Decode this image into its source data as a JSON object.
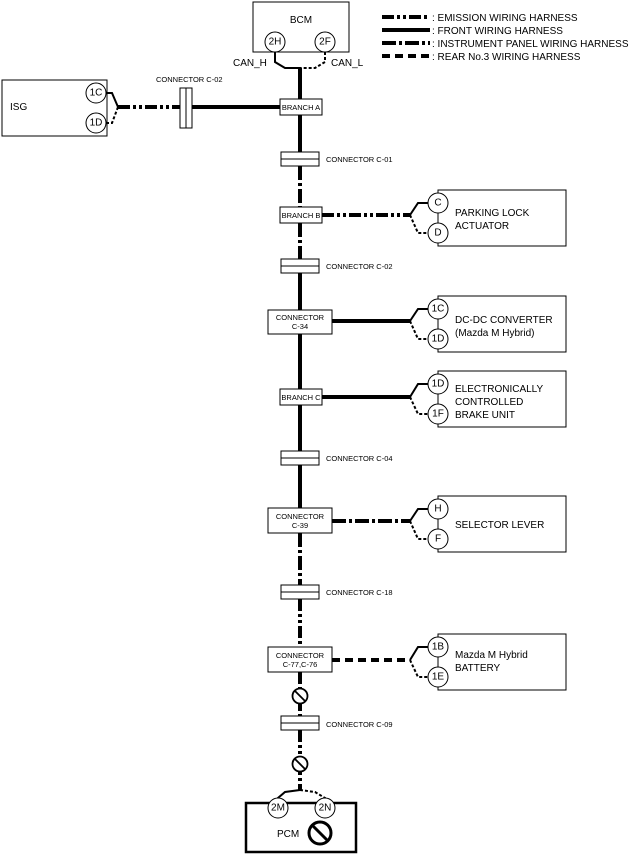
{
  "legend": {
    "emission": ": EMISSION WIRING HARNESS",
    "front": ": FRONT WIRING HARNESS",
    "instrument": ": INSTRUMENT PANEL WIRING HARNESS",
    "rear3": ": REAR No.3 WIRING HARNESS"
  },
  "bcm": {
    "title": "BCM",
    "pin_h": "2H",
    "pin_l": "2F",
    "can_h": "CAN_H",
    "can_l": "CAN_L"
  },
  "isg": {
    "title": "ISG",
    "pin_top": "1C",
    "pin_bottom": "1D"
  },
  "connector_c02_top": "CONNECTOR C-02",
  "branch_a": "BRANCH A",
  "connector_c01": "CONNECTOR C-01",
  "branch_b": "BRANCH B",
  "parking": {
    "line1": "PARKING LOCK",
    "line2": "ACTUATOR",
    "pin_top": "C",
    "pin_bottom": "D"
  },
  "connector_c02_mid": "CONNECTOR C-02",
  "connector_c34": {
    "line1": "CONNECTOR",
    "line2": "C-34"
  },
  "dcdc": {
    "line1": "DC-DC CONVERTER",
    "line2": "(Mazda M Hybrid)",
    "pin_top": "1C",
    "pin_bottom": "1D"
  },
  "branch_c": "BRANCH C",
  "brake": {
    "line1": "ELECTRONICALLY",
    "line2": "CONTROLLED",
    "line3": "BRAKE UNIT",
    "pin_top": "1D",
    "pin_bottom": "1F"
  },
  "connector_c04": "CONNECTOR C-04",
  "connector_c39": {
    "line1": "CONNECTOR",
    "line2": "C-39"
  },
  "selector": {
    "title": "SELECTOR LEVER",
    "pin_top": "H",
    "pin_bottom": "F"
  },
  "connector_c18": "CONNECTOR C-18",
  "connector_c77": {
    "line1": "CONNECTOR",
    "line2": "C-77,C-76"
  },
  "battery": {
    "line1": "Mazda M Hybrid",
    "line2": "BATTERY",
    "pin_top": "1B",
    "pin_bottom": "1E"
  },
  "connector_c09": "CONNECTOR C-09",
  "pcm": {
    "title": "PCM",
    "pin_left": "2M",
    "pin_right": "2N"
  }
}
